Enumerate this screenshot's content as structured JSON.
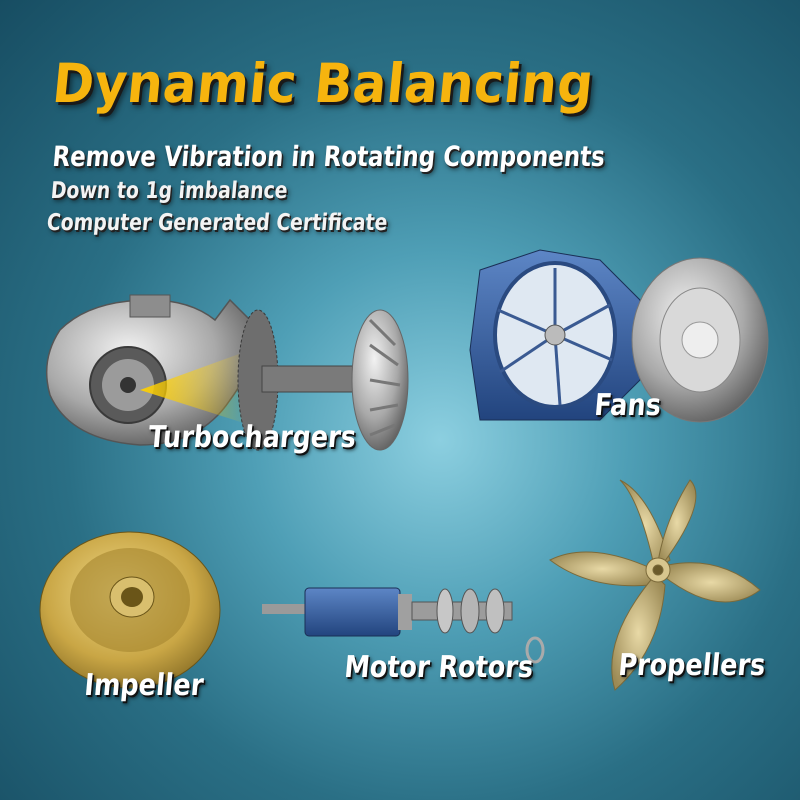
{
  "header": {
    "title": "Dynamic Balancing",
    "subtitle": "Remove Vibration in Rotating Components",
    "line1": "Down to 1g imbalance",
    "line2": "Computer Generated Certificate"
  },
  "components": {
    "turbochargers": "Turbochargers",
    "fans": "Fans",
    "impeller": "Impeller",
    "motor_rotors": "Motor Rotors",
    "propellers": "Propellers"
  },
  "colors": {
    "title": "#f6b40e",
    "background_center": "#8ccfe0",
    "background_edge": "#174d62"
  }
}
